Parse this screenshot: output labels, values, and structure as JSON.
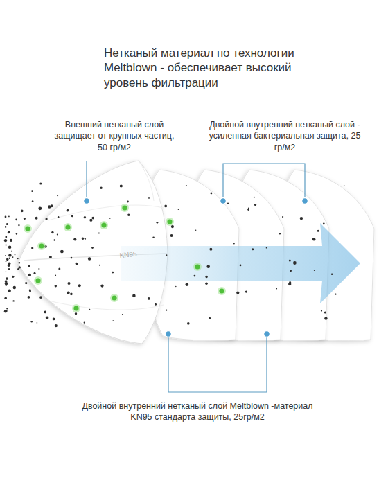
{
  "diagram": {
    "title": "Нетканый материал по технологии Meltblown - обеспечивает высокий уровень фильтрации",
    "labels": [
      "Внешний нетканый слой защищает от крупных частиц, 50 гр/м2",
      "Двойной внутренний нетканый слой - усиленная бактериальная защита, 25 гр/м2",
      "Двойной внутренний нетканый слой Meltblown -материал KN95 стандарта защиты, 25гр/м2",
      "KN95"
    ]
  }
}
